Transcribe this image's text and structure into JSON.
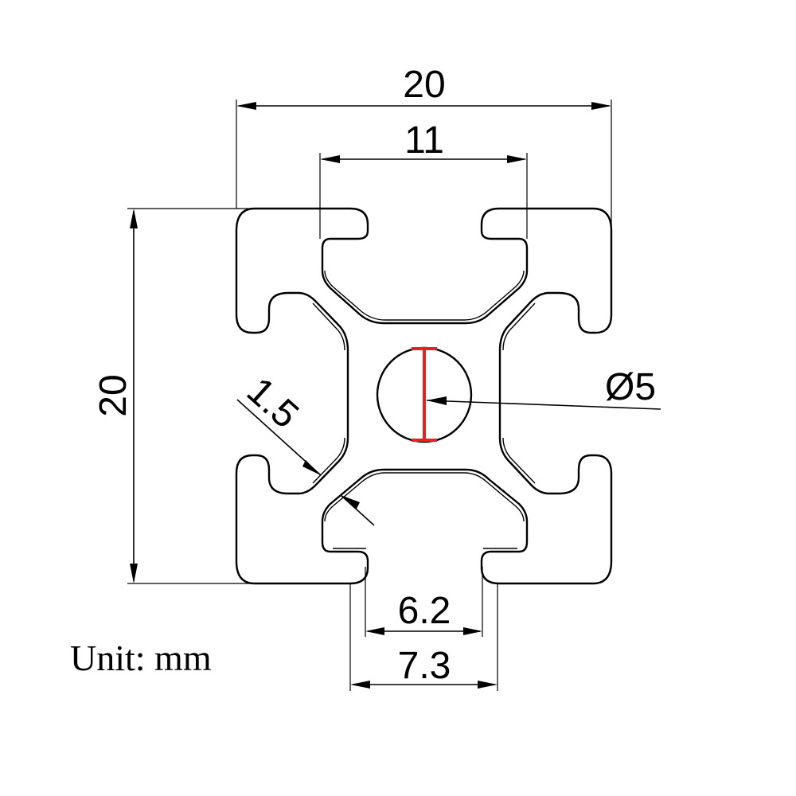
{
  "drawing": {
    "dimensions": {
      "overall_width": "20",
      "overall_height": "20",
      "slot_opening_outer": "11",
      "wall_thickness": "1.5",
      "center_hole": "Ø5",
      "slot_inner_width": "6.2",
      "slot_outer_width": "7.3"
    },
    "unit_label": "Unit: mm",
    "colors": {
      "line": "#000000",
      "hole_marker": "#e8201e",
      "background": "#ffffff"
    }
  }
}
